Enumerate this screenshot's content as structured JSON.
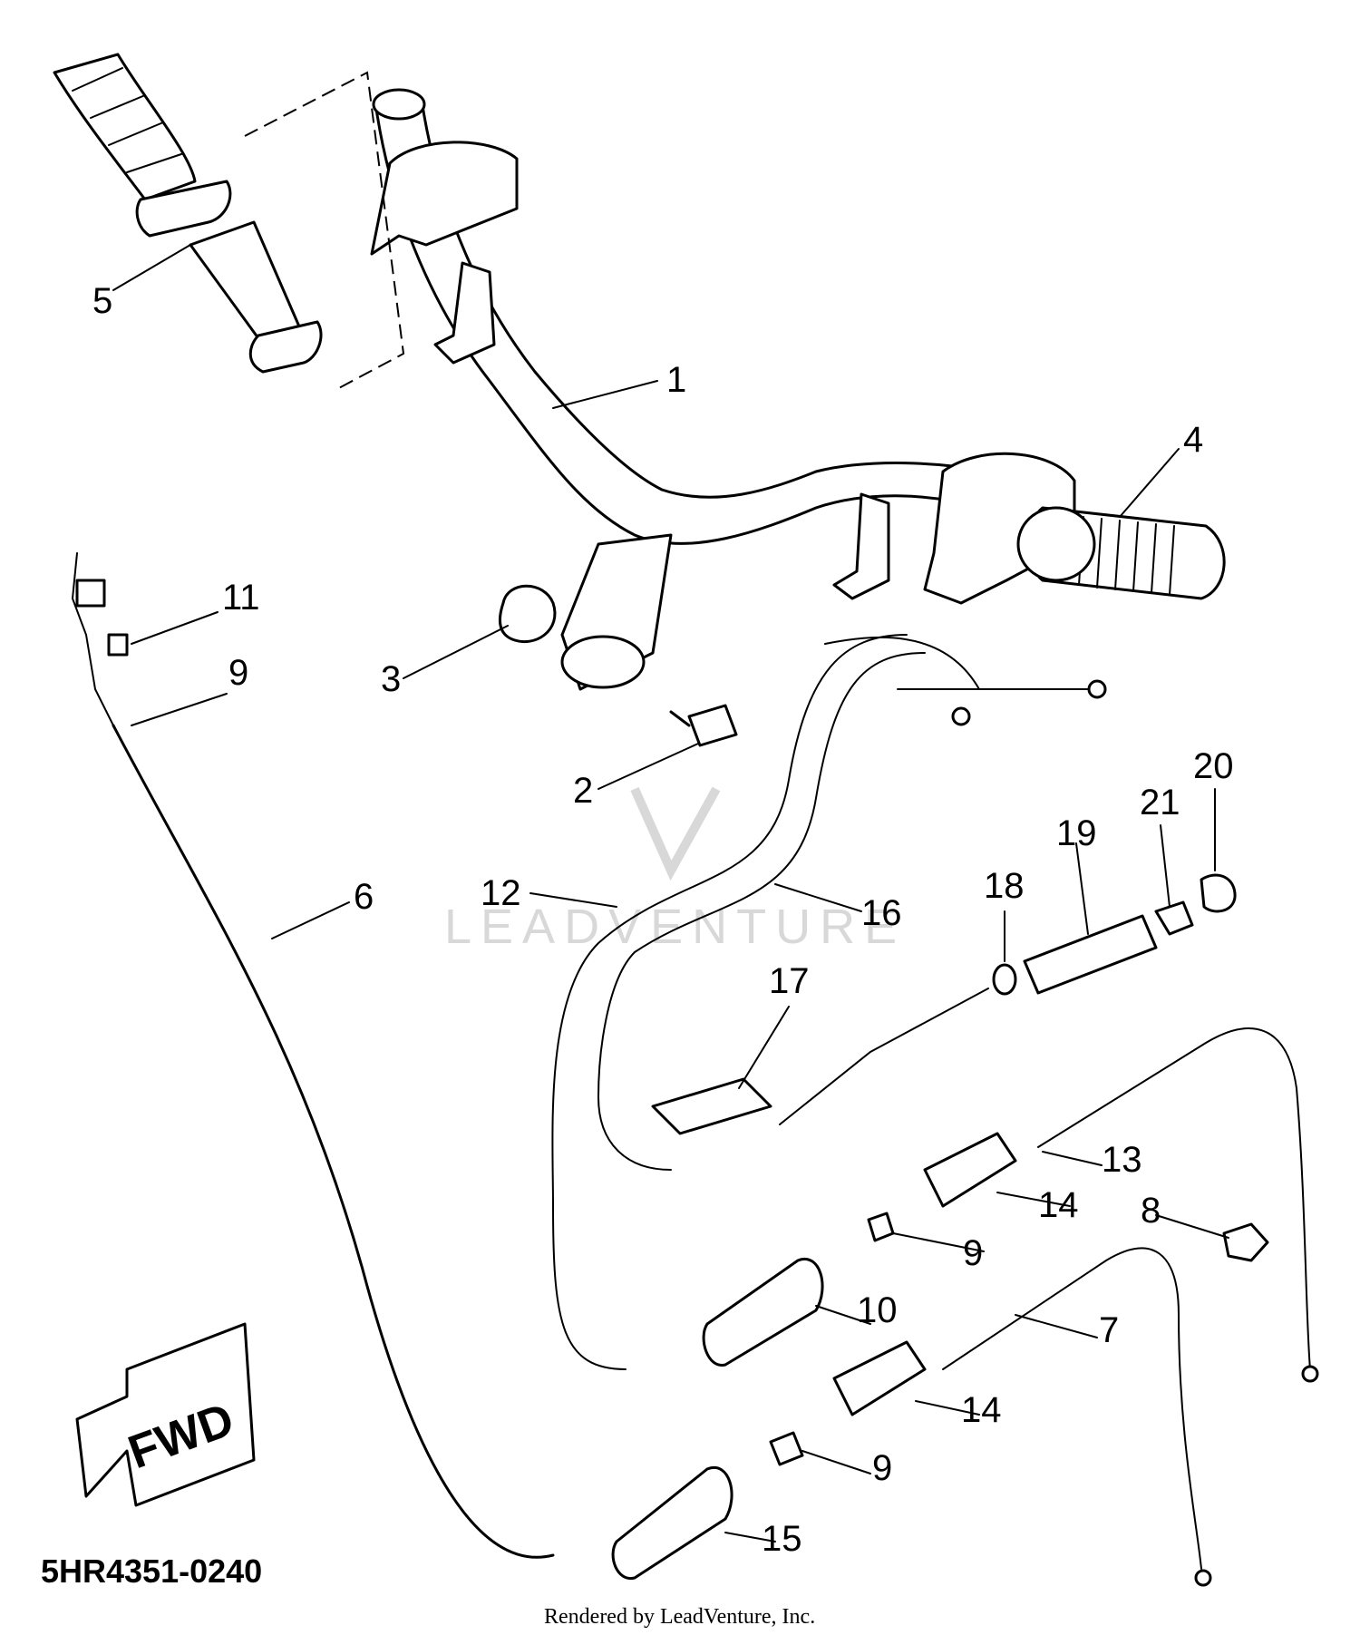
{
  "diagram": {
    "code": "5HR4351-0240",
    "credit": "Rendered by LeadVenture, Inc.",
    "watermark": "LEADVENTURE",
    "direction_tag": "FWD",
    "callouts": [
      "1",
      "2",
      "3",
      "4",
      "5",
      "6",
      "7",
      "8",
      "9",
      "10",
      "11",
      "12",
      "13",
      "14",
      "15",
      "16",
      "17",
      "18",
      "19",
      "20",
      "21"
    ],
    "callout_9_repeats": [
      "9",
      "9",
      "9"
    ],
    "callout_14_repeats": [
      "14",
      "14"
    ]
  }
}
